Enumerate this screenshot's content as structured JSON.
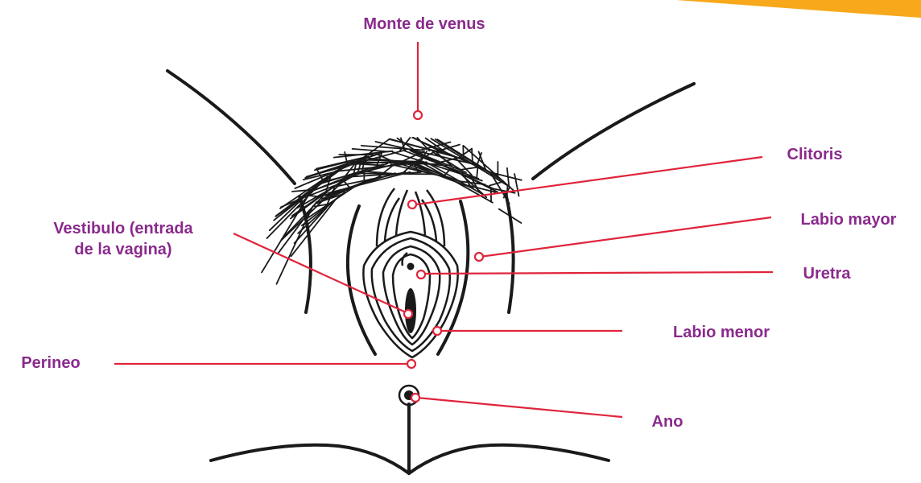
{
  "colors": {
    "label": "#8a2a8c",
    "leader": "#e0243c",
    "outline": "#1a1a1a",
    "accent": "#f7a81b"
  },
  "labels": {
    "monte": "Monte de venus",
    "clitoris": "Clitoris",
    "labio_mayor": "Labio mayor",
    "uretra": "Uretra",
    "vestibulo_1": "Vestibulo (entrada",
    "vestibulo_2": "de la vagina)",
    "labio_menor": "Labio menor",
    "perineo": "Perineo",
    "ano": "Ano"
  }
}
